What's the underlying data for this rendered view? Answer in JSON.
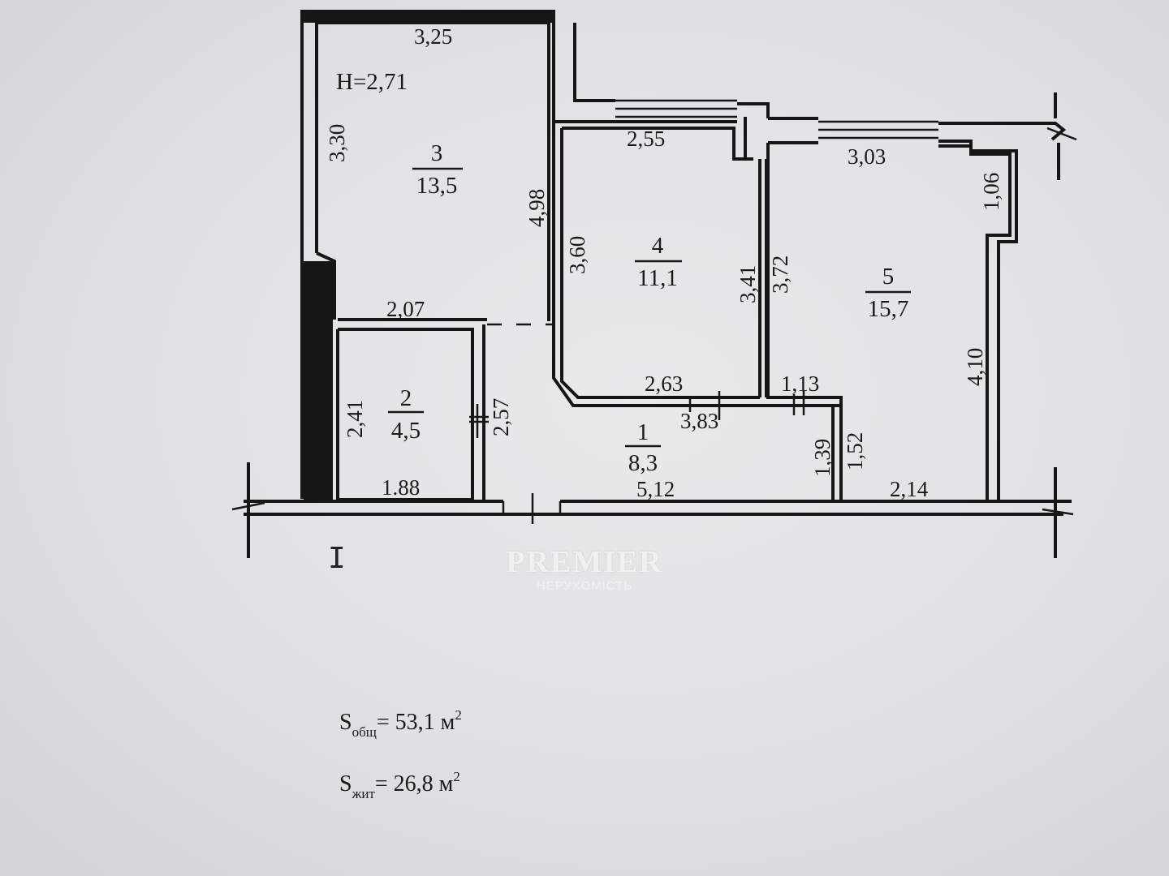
{
  "plan": {
    "ceiling_height": "H=2,71",
    "rooms": [
      {
        "number": "3",
        "area": "13,5"
      },
      {
        "number": "4",
        "area": "11,1"
      },
      {
        "number": "5",
        "area": "15,7"
      },
      {
        "number": "2",
        "area": "4,5"
      },
      {
        "number": "1",
        "area": "8,3"
      }
    ],
    "dimensions": {
      "r3_top": "3,25",
      "r3_left": "3,30",
      "r3_right": "4,98",
      "r4_top": "2,55",
      "r4_left": "3,60",
      "r4_right": "3,41",
      "r4_bottom": "2,63",
      "r5_top": "3,03",
      "r5_left": "3,72",
      "r5_notch": "1,06",
      "r5_right": "4,10",
      "r5_bottom": "2,14",
      "r2_top": "2,07",
      "r2_left": "2,41",
      "r2_right": "2,57",
      "r2_bottom": "1.88",
      "r1_top": "3,83",
      "r1_bottom": "5,12",
      "r1_small_top": "1,13",
      "r1_small_left": "1,39",
      "r1_small_right": "1,52"
    }
  },
  "areas": {
    "total": {
      "label": "S",
      "sub": "общ",
      "value": "= 53,1 м",
      "sup": "2"
    },
    "living": {
      "label": "S",
      "sub": "жит",
      "value": "= 26,8 м",
      "sup": "2"
    }
  },
  "watermark": {
    "brand": "PREMIER",
    "sub": "НЕРУХОМІСТЬ"
  },
  "cursor_glyph": "I"
}
